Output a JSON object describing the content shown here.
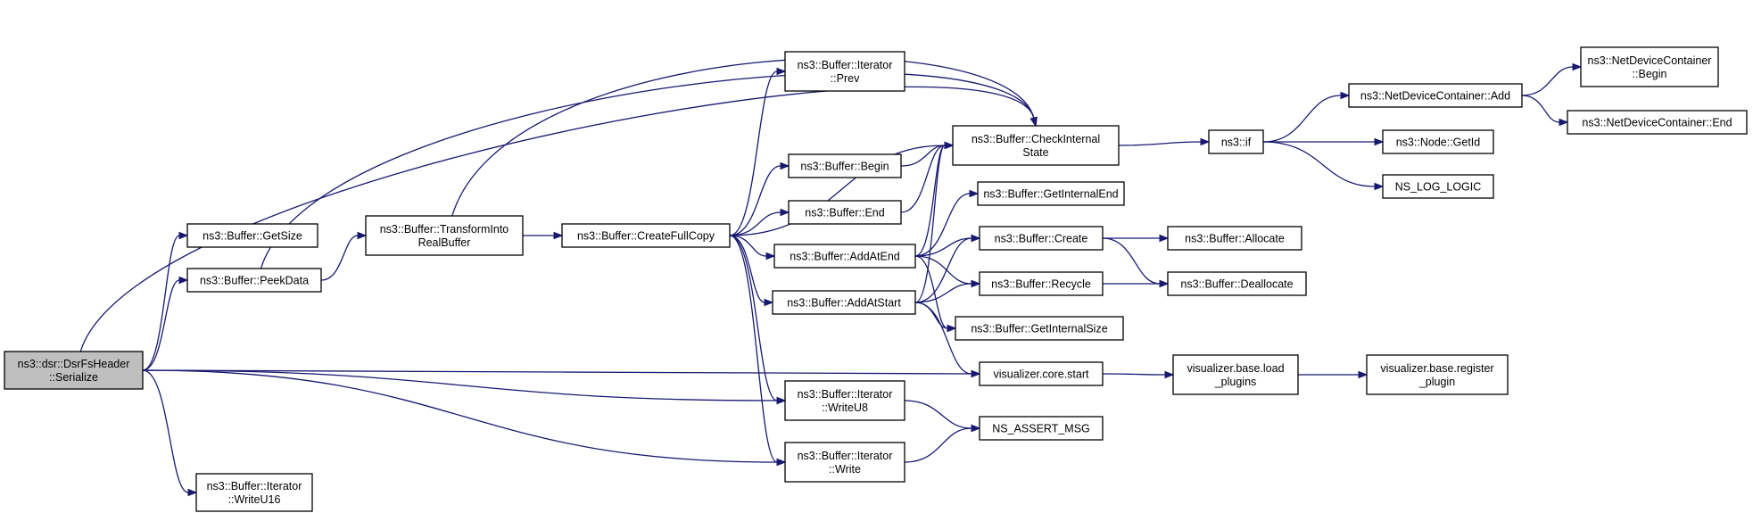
{
  "graph": {
    "nodes": [
      {
        "id": "root",
        "lines": [
          "ns3::dsr::DsrFsHeader",
          "::Serialize"
        ]
      },
      {
        "id": "getsize",
        "lines": [
          "ns3::Buffer::GetSize"
        ]
      },
      {
        "id": "peekdata",
        "lines": [
          "ns3::Buffer::PeekData"
        ]
      },
      {
        "id": "writeu16",
        "lines": [
          "ns3::Buffer::Iterator",
          "::WriteU16"
        ]
      },
      {
        "id": "transform",
        "lines": [
          "ns3::Buffer::TransformInto",
          "RealBuffer"
        ]
      },
      {
        "id": "createfullcopy",
        "lines": [
          "ns3::Buffer::CreateFullCopy"
        ]
      },
      {
        "id": "prev",
        "lines": [
          "ns3::Buffer::Iterator",
          "::Prev"
        ]
      },
      {
        "id": "begin",
        "lines": [
          "ns3::Buffer::Begin"
        ]
      },
      {
        "id": "end",
        "lines": [
          "ns3::Buffer::End"
        ]
      },
      {
        "id": "addatend",
        "lines": [
          "ns3::Buffer::AddAtEnd"
        ]
      },
      {
        "id": "addatstart",
        "lines": [
          "ns3::Buffer::AddAtStart"
        ]
      },
      {
        "id": "writeu8",
        "lines": [
          "ns3::Buffer::Iterator",
          "::WriteU8"
        ]
      },
      {
        "id": "write",
        "lines": [
          "ns3::Buffer::Iterator",
          "::Write"
        ]
      },
      {
        "id": "checkinternal",
        "lines": [
          "ns3::Buffer::CheckInternal",
          "State"
        ]
      },
      {
        "id": "getinternalend",
        "lines": [
          "ns3::Buffer::GetInternalEnd"
        ]
      },
      {
        "id": "create",
        "lines": [
          "ns3::Buffer::Create"
        ]
      },
      {
        "id": "recycle",
        "lines": [
          "ns3::Buffer::Recycle"
        ]
      },
      {
        "id": "getinternalsize",
        "lines": [
          "ns3::Buffer::GetInternalSize"
        ]
      },
      {
        "id": "vcorestart",
        "lines": [
          "visualizer.core.start"
        ]
      },
      {
        "id": "assertmsg",
        "lines": [
          "NS_ASSERT_MSG"
        ]
      },
      {
        "id": "if",
        "lines": [
          "ns3::if"
        ]
      },
      {
        "id": "allocate",
        "lines": [
          "ns3::Buffer::Allocate"
        ]
      },
      {
        "id": "deallocate",
        "lines": [
          "ns3::Buffer::Deallocate"
        ]
      },
      {
        "id": "loadplugins",
        "lines": [
          "visualizer.base.load",
          "_plugins"
        ]
      },
      {
        "id": "ndcadd",
        "lines": [
          "ns3::NetDeviceContainer::Add"
        ]
      },
      {
        "id": "getid",
        "lines": [
          "ns3::Node::GetId"
        ]
      },
      {
        "id": "loglogic",
        "lines": [
          "NS_LOG_LOGIC"
        ]
      },
      {
        "id": "registerplugin",
        "lines": [
          "visualizer.base.register",
          "_plugin"
        ]
      },
      {
        "id": "ndcbegin",
        "lines": [
          "ns3::NetDeviceContainer",
          "::Begin"
        ]
      },
      {
        "id": "ndcend",
        "lines": [
          "ns3::NetDeviceContainer::End"
        ]
      }
    ],
    "edges": [
      [
        "root",
        "getsize"
      ],
      [
        "root",
        "peekdata"
      ],
      [
        "root",
        "writeu16"
      ],
      [
        "root",
        "vcorestart"
      ],
      [
        "root",
        "writeu8"
      ],
      [
        "root",
        "write"
      ],
      [
        "root",
        "checkinternal"
      ],
      [
        "peekdata",
        "transform"
      ],
      [
        "peekdata",
        "checkinternal"
      ],
      [
        "transform",
        "createfullcopy"
      ],
      [
        "transform",
        "checkinternal"
      ],
      [
        "createfullcopy",
        "prev"
      ],
      [
        "createfullcopy",
        "checkinternal"
      ],
      [
        "createfullcopy",
        "begin"
      ],
      [
        "createfullcopy",
        "end"
      ],
      [
        "createfullcopy",
        "addatend"
      ],
      [
        "createfullcopy",
        "addatstart"
      ],
      [
        "createfullcopy",
        "writeu8"
      ],
      [
        "createfullcopy",
        "write"
      ],
      [
        "begin",
        "checkinternal"
      ],
      [
        "end",
        "checkinternal"
      ],
      [
        "addatend",
        "checkinternal"
      ],
      [
        "addatend",
        "getinternalend"
      ],
      [
        "addatend",
        "create"
      ],
      [
        "addatend",
        "recycle"
      ],
      [
        "addatend",
        "getinternalsize"
      ],
      [
        "addatstart",
        "checkinternal"
      ],
      [
        "addatstart",
        "create"
      ],
      [
        "addatstart",
        "recycle"
      ],
      [
        "addatstart",
        "getinternalsize"
      ],
      [
        "addatstart",
        "vcorestart"
      ],
      [
        "writeu8",
        "assertmsg"
      ],
      [
        "write",
        "assertmsg"
      ],
      [
        "checkinternal",
        "if"
      ],
      [
        "if",
        "ndcadd"
      ],
      [
        "if",
        "getid"
      ],
      [
        "if",
        "loglogic"
      ],
      [
        "ndcadd",
        "ndcbegin"
      ],
      [
        "ndcadd",
        "ndcend"
      ],
      [
        "create",
        "allocate"
      ],
      [
        "create",
        "deallocate"
      ],
      [
        "recycle",
        "deallocate"
      ],
      [
        "vcorestart",
        "loadplugins"
      ],
      [
        "loadplugins",
        "registerplugin"
      ]
    ]
  }
}
